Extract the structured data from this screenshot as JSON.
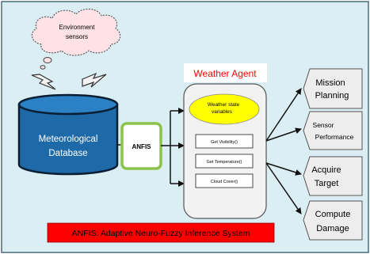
{
  "colors": {
    "background": "#daeef4",
    "frame": "#4a6a7a",
    "cloud_fill": "#ffe2e6",
    "cloud_stroke": "#444444",
    "database_fill": "#1e6aa8",
    "database_top": "#2c80c4",
    "database_stroke": "#0a1f33",
    "anfis_border": "#8bc34a",
    "agent_fill": "#f2f2f2",
    "agent_stroke": "#555555",
    "agent_title_fill": "#ffffff",
    "agent_title_text": "#ff0000",
    "state_ellipse_fill": "#ffff00",
    "output_fill": "#ededed",
    "legend_fill": "#ff0000",
    "legend_text": "#000000",
    "arrow": "#111111"
  },
  "cloud": {
    "line1": "Environment",
    "line2": "sensors"
  },
  "database": {
    "line1": "Meteorological",
    "line2": "Database"
  },
  "anfis_box": {
    "label": "ANFIS"
  },
  "weather_agent": {
    "title": "Weather Agent",
    "state_variables": {
      "line1": "Weather state",
      "line2": "variables"
    },
    "functions": [
      "Get Visibility()",
      "Get Temperature()",
      "Cloud Cover()"
    ]
  },
  "outputs": [
    {
      "line1": "Mission",
      "line2": "Planning"
    },
    {
      "line1": "Sensor",
      "line2": "Performance"
    },
    {
      "line1": "Acquire",
      "line2": "Target"
    },
    {
      "line1": "Compute",
      "line2": "Damage"
    }
  ],
  "legend": {
    "text": "ANFIS: Adaptive Neuro-Fuzzy Inference System"
  }
}
